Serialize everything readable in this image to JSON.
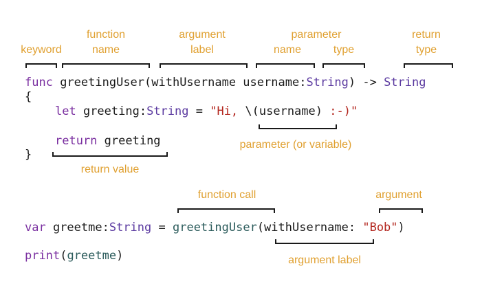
{
  "labels": {
    "keyword": "keyword",
    "function_name": [
      "function",
      "name"
    ],
    "argument_label": [
      "argument",
      "label"
    ],
    "parameter": "parameter",
    "param_name": "name",
    "param_type": "type",
    "return_type": [
      "return",
      "type"
    ],
    "parameter_or_variable": "parameter (or variable)",
    "return_value": "return value",
    "function_call": "function call",
    "argument": "argument",
    "argument_label_bottom": "argument label"
  },
  "code": {
    "line1": {
      "func": "func",
      "name": "greetingUser(withUsername username:",
      "type": "String",
      "close": ")",
      "arrow": " -> ",
      "rtype": "String"
    },
    "open_brace": "{",
    "line3": {
      "let": "let",
      "name": " greeting:",
      "type": "String",
      "eq": " = ",
      "str1": "\"Hi, ",
      "interp": "\\(username)",
      "str2": " :-)\""
    },
    "line4": {
      "ret": "return",
      "val": " greeting"
    },
    "close_brace": "}",
    "line5": {
      "var": "var",
      "name": " greetme:",
      "type": "String",
      "eq": " = ",
      "call": "greetingUser",
      "arg": "(withUsername: ",
      "str": "\"Bob\"",
      "close": ")"
    },
    "line6": {
      "fn": "print",
      "open": "(",
      "arg": "greetme",
      "close": ")"
    }
  },
  "colors": {
    "annotation": "#e0a030",
    "keyword": "#7a2fa0",
    "type": "#5b3aa0",
    "string": "#b3261e",
    "function": "#2b5b5b"
  }
}
